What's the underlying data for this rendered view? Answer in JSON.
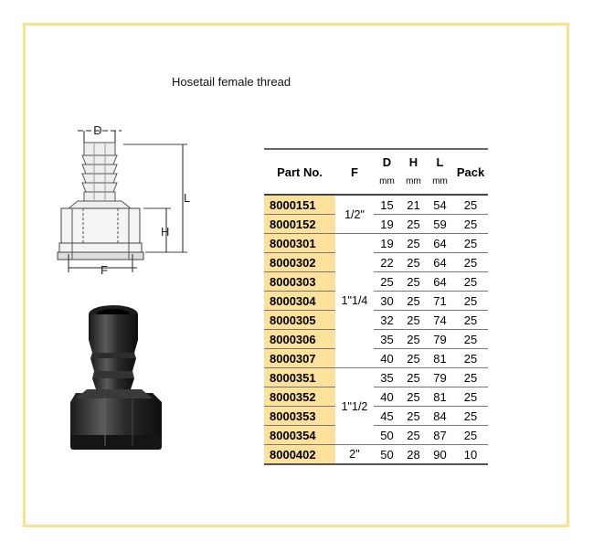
{
  "title": "Hosetail female thread",
  "diagram": {
    "label_d": "D",
    "label_l": "L",
    "label_h": "H",
    "label_f": "F"
  },
  "table": {
    "headers": {
      "part": "Part No.",
      "f": "F",
      "d": "D",
      "h": "H",
      "l": "L",
      "pack": "Pack",
      "unit": "mm"
    },
    "groups": [
      {
        "f": "1/2\"",
        "rows": [
          {
            "part": "8000151",
            "d": "15",
            "h": "21",
            "l": "54",
            "pack": "25"
          },
          {
            "part": "8000152",
            "d": "19",
            "h": "25",
            "l": "59",
            "pack": "25"
          }
        ]
      },
      {
        "f": "1\"1/4",
        "rows": [
          {
            "part": "8000301",
            "d": "19",
            "h": "25",
            "l": "64",
            "pack": "25"
          },
          {
            "part": "8000302",
            "d": "22",
            "h": "25",
            "l": "64",
            "pack": "25"
          },
          {
            "part": "8000303",
            "d": "25",
            "h": "25",
            "l": "64",
            "pack": "25"
          },
          {
            "part": "8000304",
            "d": "30",
            "h": "25",
            "l": "71",
            "pack": "25"
          },
          {
            "part": "8000305",
            "d": "32",
            "h": "25",
            "l": "74",
            "pack": "25"
          },
          {
            "part": "8000306",
            "d": "35",
            "h": "25",
            "l": "79",
            "pack": "25"
          },
          {
            "part": "8000307",
            "d": "40",
            "h": "25",
            "l": "81",
            "pack": "25"
          }
        ]
      },
      {
        "f": "1\"1/2",
        "rows": [
          {
            "part": "8000351",
            "d": "35",
            "h": "25",
            "l": "79",
            "pack": "25"
          },
          {
            "part": "8000352",
            "d": "40",
            "h": "25",
            "l": "81",
            "pack": "25"
          },
          {
            "part": "8000353",
            "d": "45",
            "h": "25",
            "l": "84",
            "pack": "25"
          },
          {
            "part": "8000354",
            "d": "50",
            "h": "25",
            "l": "87",
            "pack": "25"
          }
        ]
      },
      {
        "f": "2\"",
        "rows": [
          {
            "part": "8000402",
            "d": "50",
            "h": "28",
            "l": "90",
            "pack": "10"
          }
        ]
      }
    ]
  },
  "colors": {
    "frame": "#fce28d",
    "part_highlight": "#fbe199"
  }
}
